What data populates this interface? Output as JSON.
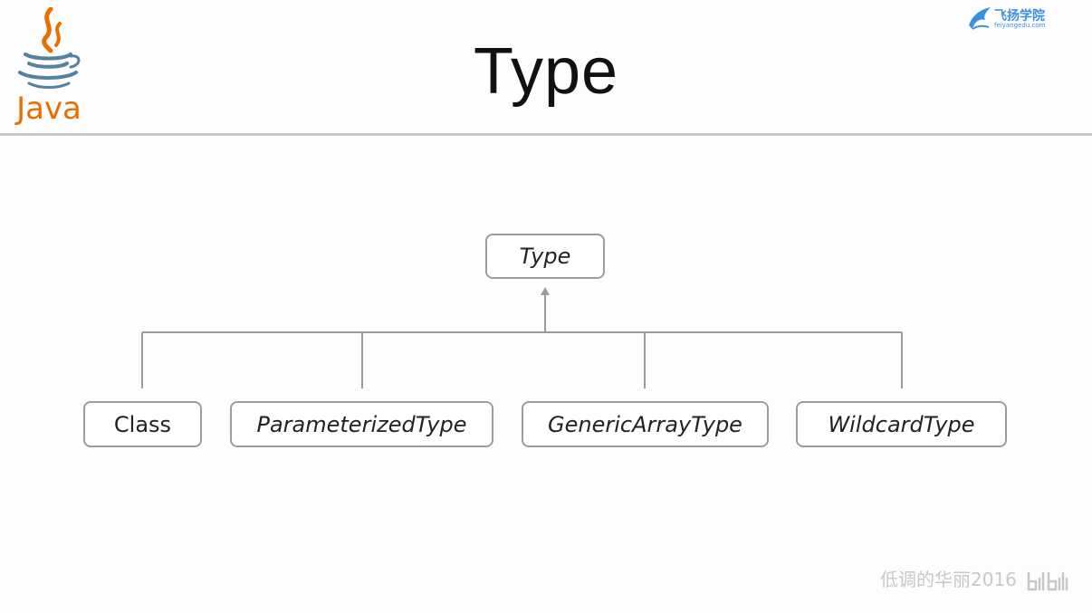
{
  "header": {
    "title": "Type",
    "logo_text": "Java",
    "brand_name": "飞扬学院",
    "brand_sub": "feiyangedu.com"
  },
  "diagram": {
    "root": {
      "label": "Type",
      "italic": true
    },
    "children": [
      {
        "label": "Class",
        "italic": false
      },
      {
        "label": "ParameterizedType",
        "italic": true
      },
      {
        "label": "GenericArrayType",
        "italic": true
      },
      {
        "label": "WildcardType",
        "italic": true
      }
    ]
  },
  "watermark": "低调的华丽2016",
  "colors": {
    "java_orange": "#e76f00",
    "java_blue": "#5382a1",
    "brand_blue": "#3c8fe3",
    "box_border": "#9c9c9c",
    "connector": "#9c9c9c"
  }
}
